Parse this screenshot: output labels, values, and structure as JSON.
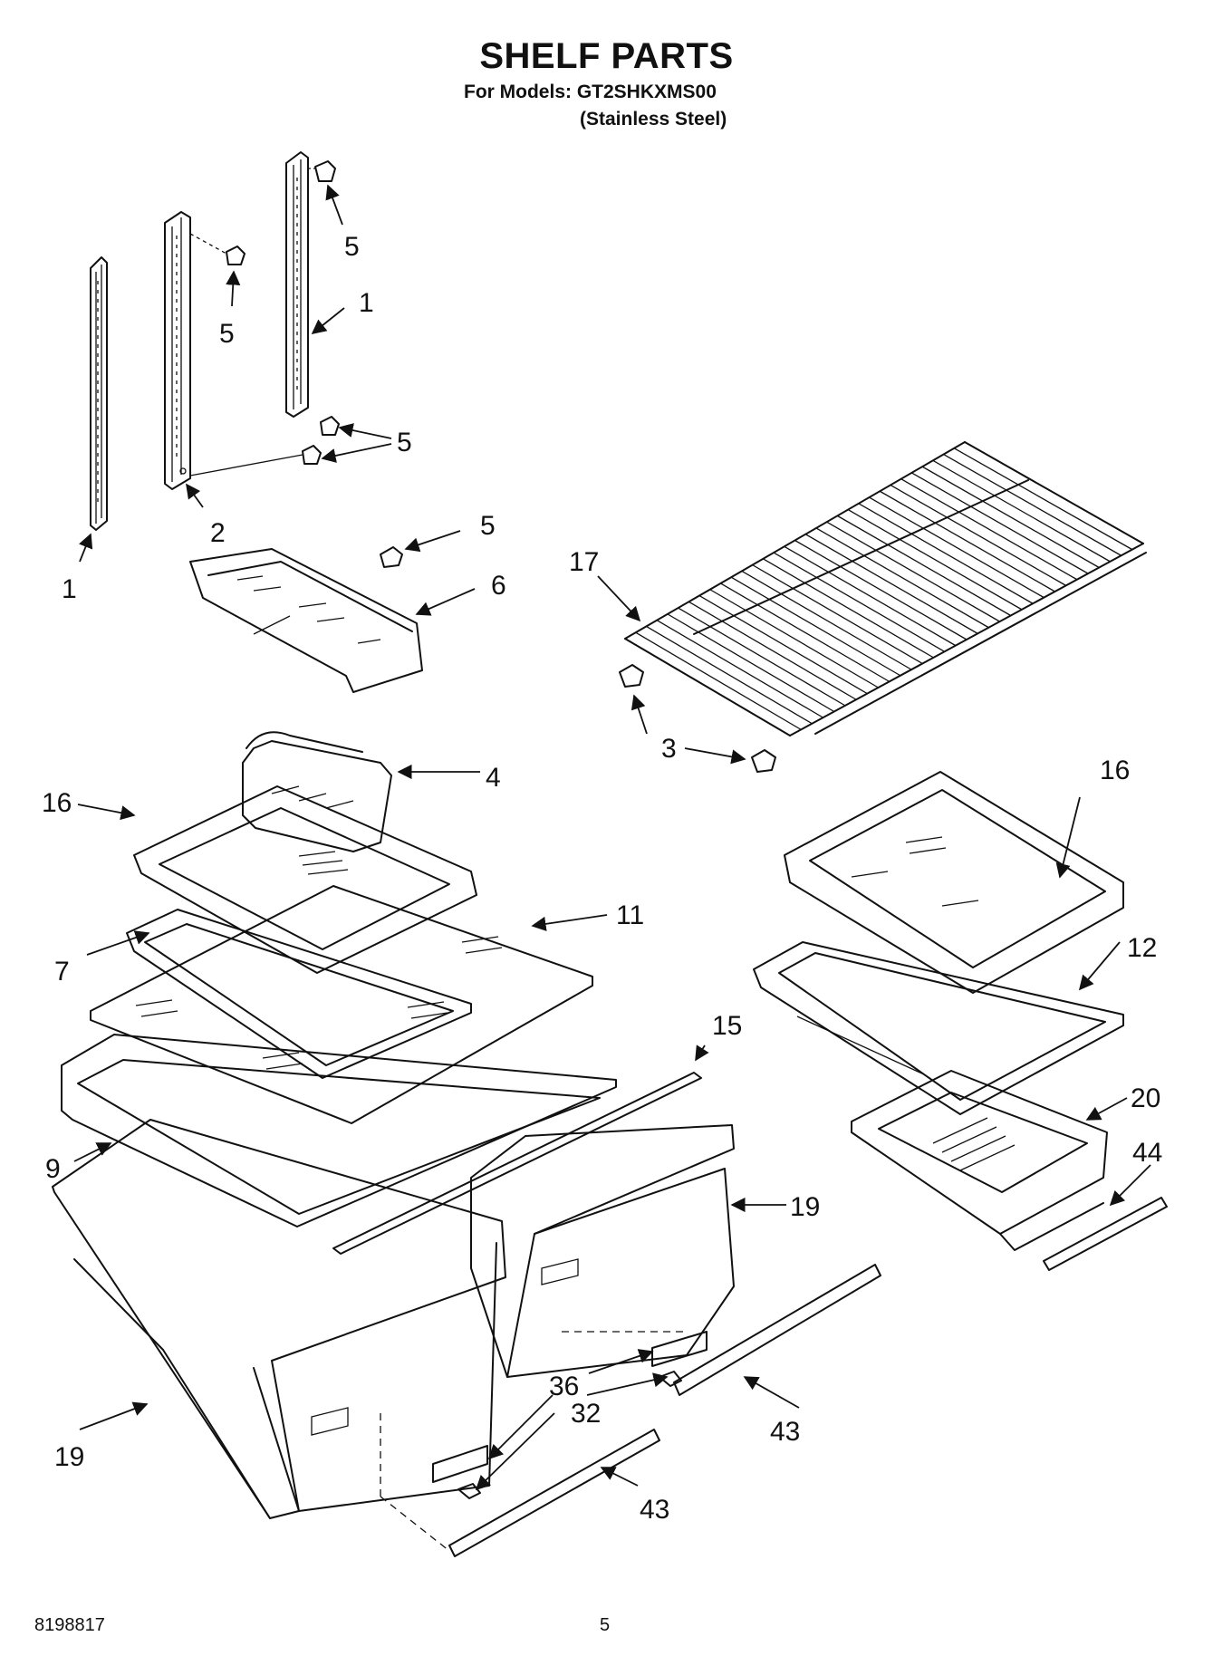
{
  "header": {
    "title": "SHELF PARTS",
    "models_line": "For Models: GT2SHKXMS00",
    "finish_line": "(Stainless Steel)"
  },
  "footer": {
    "doc_number": "8198817",
    "page_number": "5"
  },
  "callouts": {
    "c1a": "1",
    "c1b": "1",
    "c2": "2",
    "c3": "3",
    "c4": "4",
    "c5a": "5",
    "c5b": "5",
    "c5c": "5",
    "c5d": "5",
    "c6": "6",
    "c7": "7",
    "c9": "9",
    "c11": "11",
    "c12": "12",
    "c15": "15",
    "c16a": "16",
    "c16b": "16",
    "c17": "17",
    "c19a": "19",
    "c19b": "19",
    "c20": "20",
    "c32": "32",
    "c36": "36",
    "c43a": "43",
    "c43b": "43",
    "c44": "44"
  }
}
